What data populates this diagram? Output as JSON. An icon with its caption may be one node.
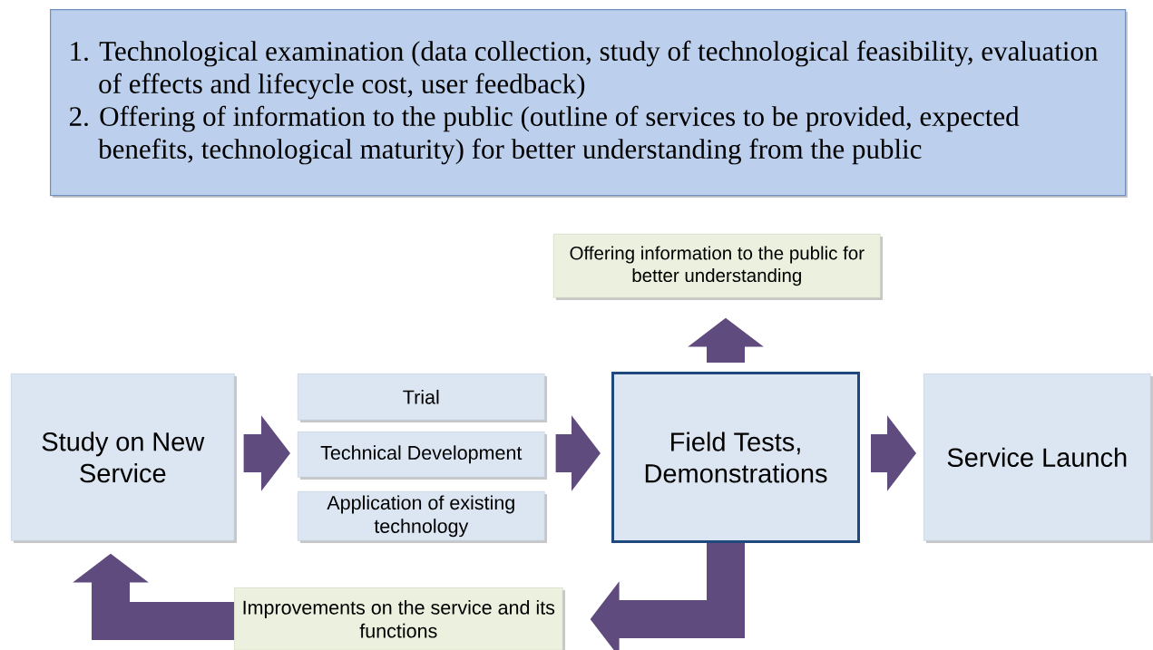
{
  "diagram": {
    "nodes": [
      {
        "text": [
          "1. Technological examination (data collection, study of technological feasibility, evaluation of effects and lifecycle cost, user feedback)",
          "2. Offering of information to the public (outline of services to be provided, expected benefits, technological maturity) for better understanding from the public"
        ]
      },
      {
        "text": [
          "Offering information to the public for better understanding"
        ]
      },
      {
        "text": [
          "Study on New Service"
        ]
      },
      {
        "text": [
          "Trial"
        ]
      },
      {
        "text": [
          "Technical Development"
        ]
      },
      {
        "text": [
          "Application of existing technology"
        ]
      },
      {
        "text": [
          "Field Tests, Demonstrations"
        ]
      },
      {
        "text": [
          "Service Launch"
        ]
      },
      {
        "text": [
          "Improvements on the service and its functions"
        ]
      }
    ],
    "edges": [
      {
        "from": 2,
        "to": 4,
        "arrow": "to"
      },
      {
        "from": 4,
        "to": 6,
        "arrow": "to"
      },
      {
        "from": 6,
        "to": 1,
        "arrow": "to"
      },
      {
        "from": 6,
        "to": 7,
        "arrow": "to"
      },
      {
        "from": 6,
        "to": 8,
        "arrow": "to"
      },
      {
        "from": 8,
        "to": 2,
        "arrow": "to"
      }
    ]
  }
}
